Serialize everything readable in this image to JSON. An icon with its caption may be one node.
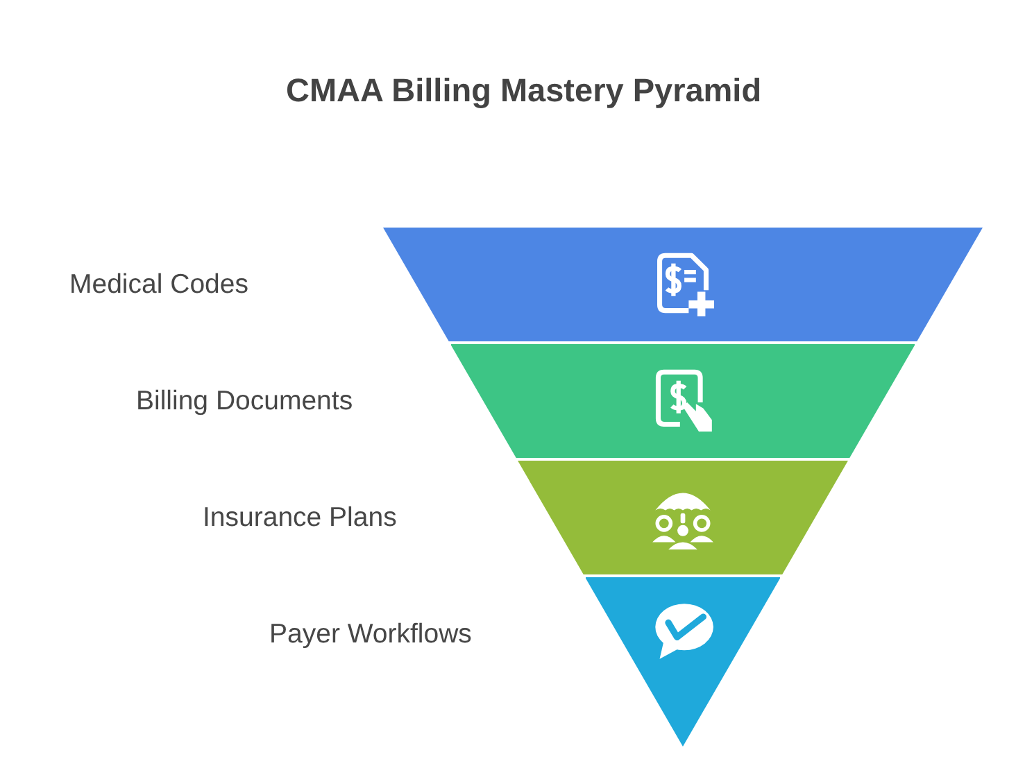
{
  "diagram": {
    "title": "CMAA Billing Mastery Pyramid",
    "nodes": [
      {
        "text": [],
        "shape": "trapezoid"
      },
      {
        "text": [],
        "shape": "trapezoid"
      },
      {
        "text": [],
        "shape": "trapezoid"
      },
      {
        "text": [],
        "shape": "triangle"
      }
    ],
    "labels": [
      "Medical Codes",
      "Billing Documents",
      "Insurance Plans",
      "Payer Workflows"
    ]
  }
}
